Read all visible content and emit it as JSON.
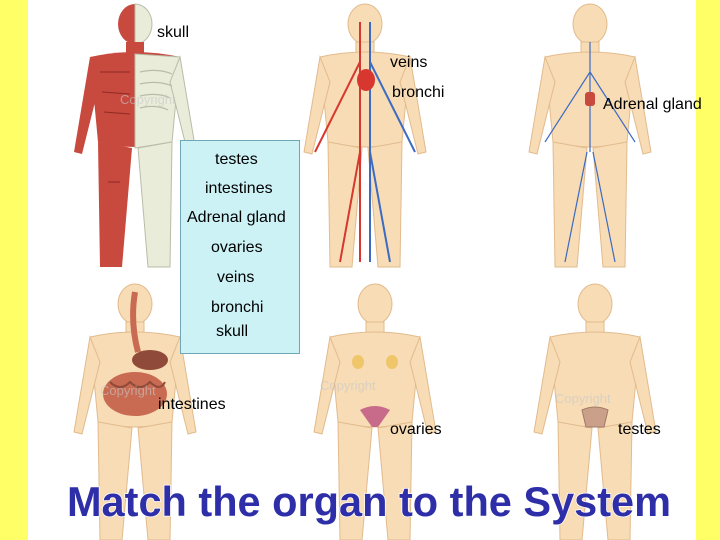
{
  "labels": {
    "skull": "skull",
    "veins": "veins",
    "bronchi": "bronchi",
    "adrenal_gland": "Adrenal gland",
    "intestines": "intestines",
    "ovaries": "ovaries",
    "testes": "testes"
  },
  "word_bank": {
    "items": [
      "testes",
      "intestines",
      "Adrenal gland",
      "ovaries",
      "veins",
      "bronchi",
      "skull"
    ]
  },
  "title": "Match the organ to the System",
  "watermark": "Copyright",
  "colors": {
    "background": "#ffff66",
    "slide": "#ffffff",
    "skin": "#f7dcb5",
    "muscle": "#c84a3f",
    "bone": "#e9ecd9",
    "artery": "#d7372f",
    "vein": "#3d6bc2",
    "digestive": "#c86b52",
    "word_bank_fill": "#ccf2f6",
    "title_text": "#2e2ea8"
  }
}
